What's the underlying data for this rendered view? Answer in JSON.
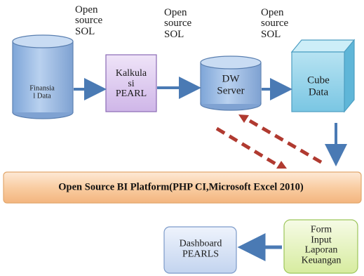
{
  "software_labels": [
    "Open\nsource\nSOL",
    "Open\nsource\nSOL",
    "Open\nsource\nSOL"
  ],
  "nodes": {
    "financial_data": "Finansia\nl Data",
    "calculation": "Kalkula\nsi\nPEARL",
    "dw_server": "DW\nServer",
    "cube_data": "Cube\nData",
    "platform": "Open Source  BI Platform(PHP CI,Microsoft Excel 2010)",
    "form_input": "Form Input\nLaporan\nKeuangan",
    "dashboard": "Dashboard\nPEARLS"
  },
  "colors": {
    "cylinder_fill": "#9fc0e6",
    "cylinder_stroke": "#5a7fb0",
    "calc_fill": "#e4d4f2",
    "calc_stroke": "#8a6ab5",
    "cube_fill": "#93d3ea",
    "cube_stroke": "#4d9ec2",
    "platform_fill": "#fbd6b2",
    "platform_stroke": "#e2a86e",
    "form_fill": "#eaf6c9",
    "form_stroke": "#9cc55a",
    "dashboard_fill": "#dce7f8",
    "dashboard_stroke": "#7c9ac9",
    "arrow_blue": "#4a7ab4",
    "arrow_red": "#b03a30"
  }
}
